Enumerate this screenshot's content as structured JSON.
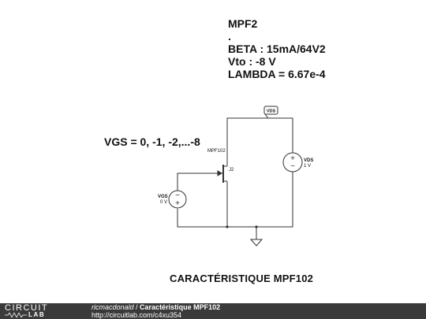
{
  "model": {
    "name": "MPF2",
    "separator": ".",
    "beta": "BETA : 15mA/64V2",
    "vto": "Vto : -8 V",
    "lambda": "LAMBDA = 6.67e-4"
  },
  "sweep_label": "VGS = 0, -1, -2,...-8",
  "transistor": {
    "part": "MPF102",
    "ref": "J2"
  },
  "sources": {
    "vds": {
      "name": "VDS",
      "value": "1 V"
    },
    "vgs": {
      "name": "VGS",
      "value": "0 V"
    }
  },
  "probe": {
    "label": "VDS"
  },
  "caption": "CARACTÉRISTIQUE MPF102",
  "footer": {
    "logo_top": "CIRCUIT",
    "logo_bottom": "LAB",
    "author": "ricmacdonald",
    "divider": " / ",
    "title": "Caractéristique MPF102",
    "url": "http://circuitlab.com/c4xu354"
  }
}
